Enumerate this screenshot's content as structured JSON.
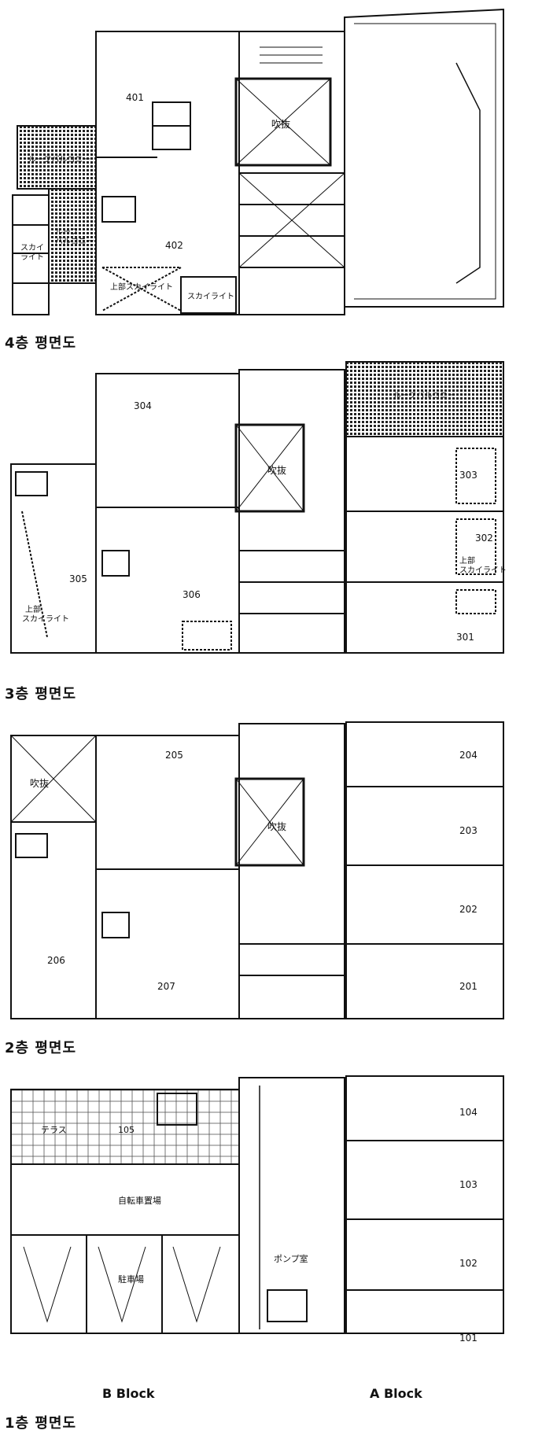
{
  "floors": {
    "f4": {
      "title": "4층 평면도",
      "rooms": [
        "401",
        "402"
      ],
      "void": "吹抜",
      "roof_balcony": "ルーフバルコニー",
      "roof_balcony2a": "ルーフ",
      "roof_balcony2b": "バルコニー",
      "skylight_a": "スカイ",
      "skylight_b": "ライト",
      "top_skylight": "上部スカイライト",
      "skylight_small": "スカイライト"
    },
    "f3": {
      "title": "3층 평면도",
      "rooms": [
        "304",
        "305",
        "306",
        "303",
        "302",
        "301"
      ],
      "void": "吹抜",
      "roof_balcony": "ルーフバルコニー",
      "top_a": "上部",
      "top_b": "スカイライト"
    },
    "f2": {
      "title": "2층 평면도",
      "rooms": [
        "205",
        "206",
        "207",
        "204",
        "203",
        "202",
        "201"
      ],
      "void": "吹抜",
      "void2": "吹抜"
    },
    "f1": {
      "title": "1층 평면도",
      "rooms": [
        "104",
        "103",
        "102",
        "101"
      ],
      "terrace": "テラス",
      "unit105": "105",
      "bicycle": "自転車置場",
      "parking": "駐車場",
      "pump": "ポンプ室",
      "block_b": "B Block",
      "block_a": "A Block"
    }
  }
}
